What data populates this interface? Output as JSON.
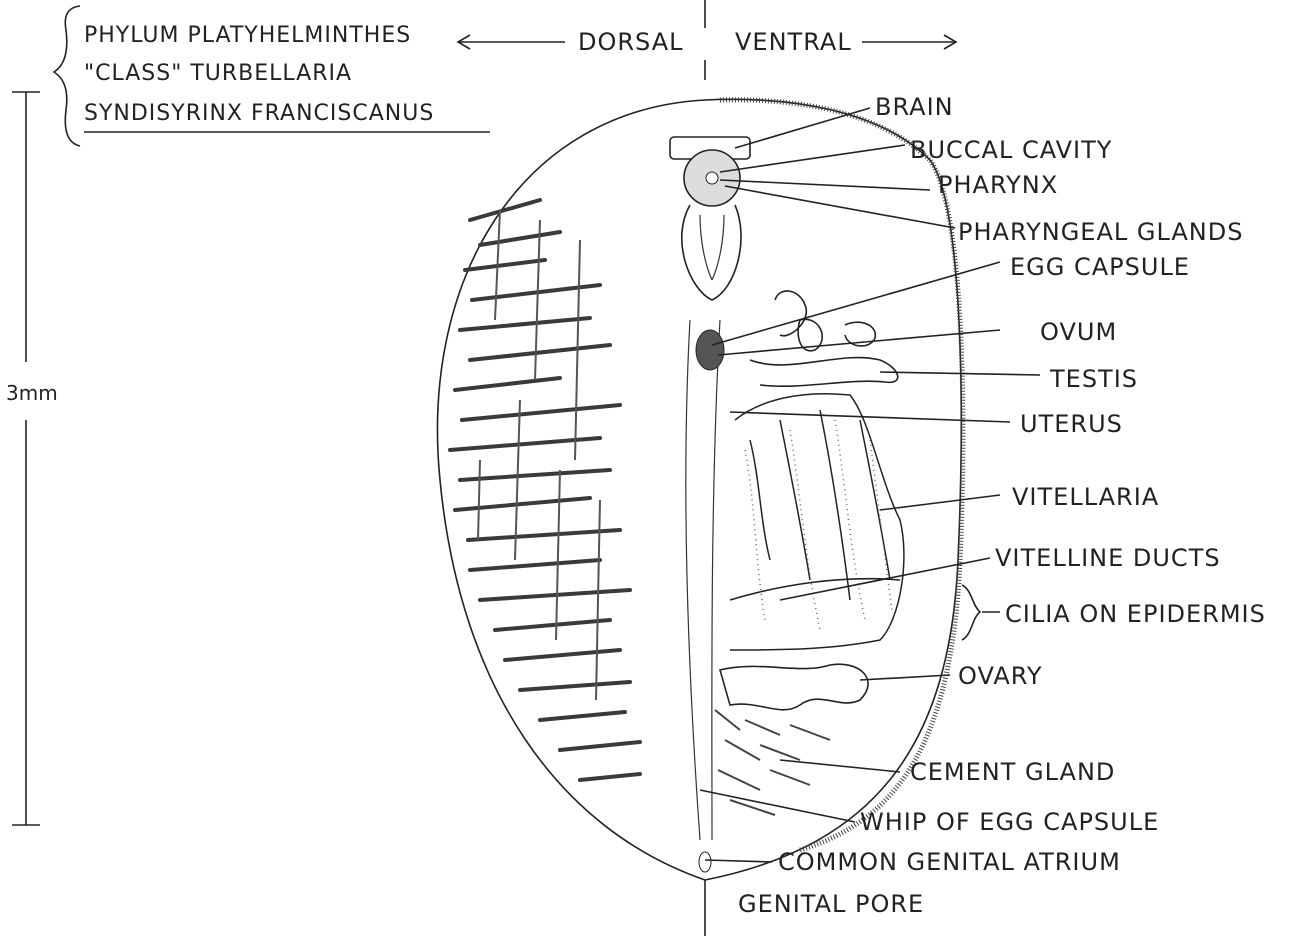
{
  "taxonomy": {
    "phylum": "PHYLUM PLATYHELMINTHES",
    "class": "\"CLASS\" TURBELLARIA",
    "species": "SYNDISYRINX FRANCISCANUS"
  },
  "orientation": {
    "dorsal": "DORSAL",
    "ventral": "VENTRAL"
  },
  "scale": {
    "label": "3mm"
  },
  "labels": {
    "brain": "BRAIN",
    "buccal_cavity": "BUCCAL CAVITY",
    "pharynx": "PHARYNX",
    "pharyngeal_glands": "PHARYNGEAL GLANDS",
    "egg_capsule": "EGG CAPSULE",
    "ovum": "OVUM",
    "testis": "TESTIS",
    "uterus": "UTERUS",
    "vitellaria": "VITELLARIA",
    "vitelline_ducts": "VITELLINE DUCTS",
    "cilia": "CILIA ON EPIDERMIS",
    "ovary": "OVARY",
    "cement_gland": "CEMENT GLAND",
    "whip": "WHIP OF EGG CAPSULE",
    "genital_atrium": "COMMON GENITAL ATRIUM",
    "genital_pore": "GENITAL PORE"
  },
  "colors": {
    "ink": "#222222",
    "shading": "#3a3a3a",
    "background": "#ffffff"
  }
}
